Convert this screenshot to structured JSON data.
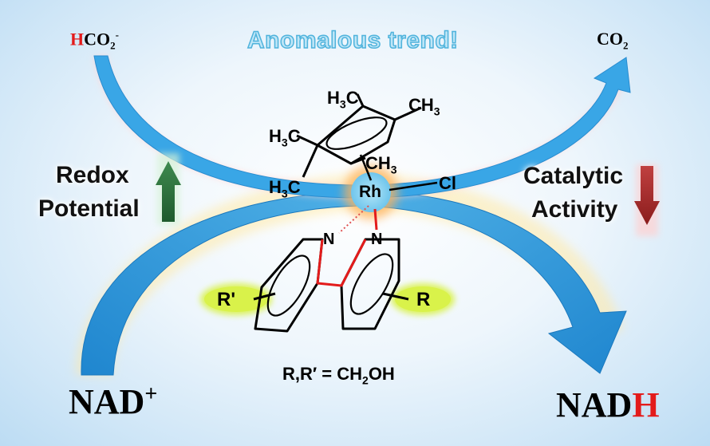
{
  "title": "Anomalous trend!",
  "top_left": {
    "h": "H",
    "rest": "CO",
    "sub": "2",
    "sup": "-"
  },
  "top_right": {
    "main": "CO",
    "sub": "2"
  },
  "redox": {
    "line1": "Redox",
    "line2": "Potential"
  },
  "catalytic": {
    "line1": "Catalytic",
    "line2": "Activity"
  },
  "bottom_left": {
    "main": "NAD",
    "sup": "+"
  },
  "bottom_right": {
    "main": "NAD",
    "h": "H"
  },
  "formula": {
    "left": "R,R′ = CH",
    "sub": "2",
    "right": "OH"
  },
  "molecule": {
    "metal": "Rh",
    "chloride": "Cl",
    "methyl": "H",
    "methyl_c": "C",
    "methyl_sub": "3",
    "methyl_right": "CH",
    "nitrogen": "N",
    "r_left": "R'",
    "r_right": "R"
  },
  "colors": {
    "arrow_blue": "#2f98dd",
    "arrow_red": "#a02828",
    "arrow_green": "#2b6a3a",
    "accent_red": "#e31b1b",
    "rh_blue": "#8ed2f0",
    "r_green": "#d9f24a"
  }
}
